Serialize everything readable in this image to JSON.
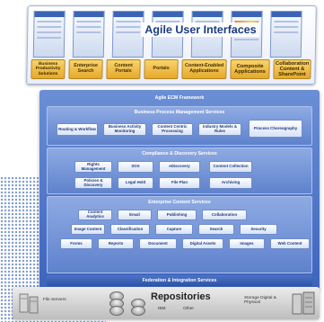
{
  "ui": {
    "title": "Agile User Interfaces",
    "apps": [
      "Business Productivity Solutions",
      "Enterprise Search",
      "Content Portals",
      "Portals",
      "Content-Enabled Applications",
      "Composite Applications",
      "Collaboration Content & SharePoint"
    ]
  },
  "framework": {
    "title": "Agile ECM Framework",
    "bpm": {
      "title": "Business Process Management Services",
      "items": [
        "Routing & Workflow",
        "Business Activity Monitoring",
        "Content Centric Processing",
        "Industry Models & Rules",
        "Process Choreography"
      ]
    },
    "compliance": {
      "title": "Compliance & Discovery Services",
      "items": [
        "Rights Management",
        "SOX",
        "eDiscovery",
        "Content Collection",
        "Policies & Discovery",
        "Legal Hold",
        "File Plan",
        "Archiving"
      ]
    },
    "ecs": {
      "title": "Enterprise Content Services",
      "items": [
        "Content Analytics",
        "Email",
        "Publishing",
        "Collaboration",
        "Image Content",
        "Classification",
        "Capture",
        "Search",
        "Security",
        "Forms",
        "Reports",
        "Document",
        "Digital Assets",
        "Images",
        "Web Content"
      ]
    },
    "federation": "Federation & Integration Services"
  },
  "repositories": {
    "title": "Repositories",
    "ibm": "IBM",
    "other": "Other",
    "file_servers": "File Servers",
    "storage": "Storage Digital & Physical"
  }
}
